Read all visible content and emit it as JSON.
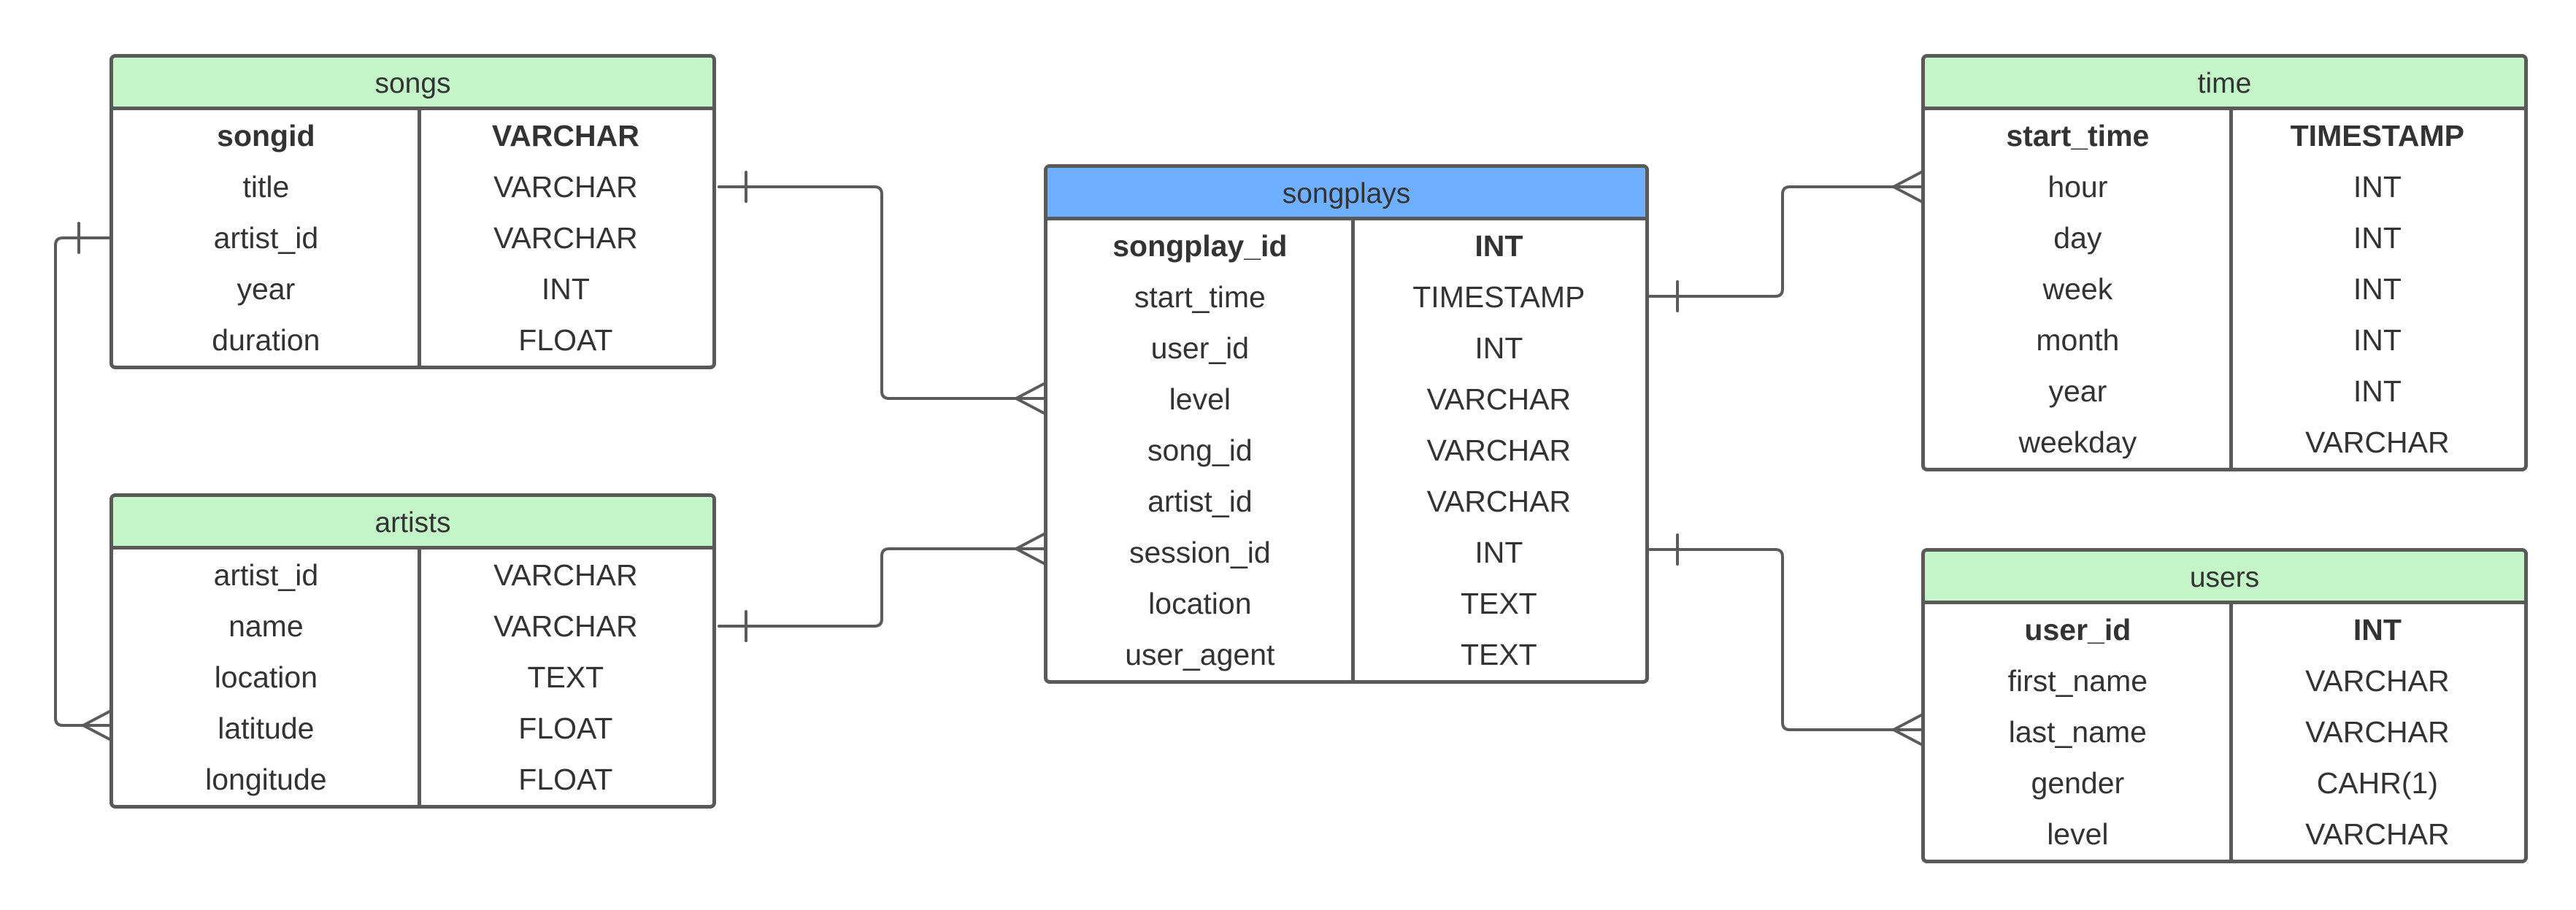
{
  "colors": {
    "table_header": "#c3f5c8",
    "fact_header": "#6fb0fe",
    "border": "#595959",
    "line": "#5b5b5b"
  },
  "tables": {
    "songs": {
      "name": "songs",
      "rows": [
        {
          "col": "songid",
          "type": "VARCHAR",
          "pk": true
        },
        {
          "col": "title",
          "type": "VARCHAR"
        },
        {
          "col": "artist_id",
          "type": "VARCHAR"
        },
        {
          "col": "year",
          "type": "INT"
        },
        {
          "col": "duration",
          "type": "FLOAT"
        }
      ]
    },
    "artists": {
      "name": "artists",
      "rows": [
        {
          "col": "artist_id",
          "type": "VARCHAR"
        },
        {
          "col": "name",
          "type": "VARCHAR"
        },
        {
          "col": "location",
          "type": "TEXT"
        },
        {
          "col": "latitude",
          "type": "FLOAT"
        },
        {
          "col": "longitude",
          "type": "FLOAT"
        }
      ]
    },
    "songplays": {
      "name": "songplays",
      "rows": [
        {
          "col": "songplay_id",
          "type": "INT",
          "pk": true
        },
        {
          "col": "start_time",
          "type": "TIMESTAMP"
        },
        {
          "col": "user_id",
          "type": "INT"
        },
        {
          "col": "level",
          "type": "VARCHAR"
        },
        {
          "col": "song_id",
          "type": "VARCHAR"
        },
        {
          "col": "artist_id",
          "type": "VARCHAR"
        },
        {
          "col": "session_id",
          "type": "INT"
        },
        {
          "col": "location",
          "type": "TEXT"
        },
        {
          "col": "user_agent",
          "type": "TEXT"
        }
      ]
    },
    "time": {
      "name": "time",
      "rows": [
        {
          "col": "start_time",
          "type": "TIMESTAMP",
          "pk": true
        },
        {
          "col": "hour",
          "type": "INT"
        },
        {
          "col": "day",
          "type": "INT"
        },
        {
          "col": "week",
          "type": "INT"
        },
        {
          "col": "month",
          "type": "INT"
        },
        {
          "col": "year",
          "type": "INT"
        },
        {
          "col": "weekday",
          "type": "VARCHAR"
        }
      ]
    },
    "users": {
      "name": "users",
      "rows": [
        {
          "col": "user_id",
          "type": "INT",
          "pk": true
        },
        {
          "col": "first_name",
          "type": "VARCHAR"
        },
        {
          "col": "last_name",
          "type": "VARCHAR"
        },
        {
          "col": "gender",
          "type": "CAHR(1)"
        },
        {
          "col": "level",
          "type": "VARCHAR"
        }
      ]
    }
  },
  "relationships": [
    {
      "from": "songs",
      "to": "songplays",
      "from_card": "one",
      "to_card": "many"
    },
    {
      "from": "artists",
      "to": "songplays",
      "from_card": "one",
      "to_card": "many"
    },
    {
      "from": "songplays",
      "to": "time",
      "from_card": "one",
      "to_card": "many"
    },
    {
      "from": "songplays",
      "to": "users",
      "from_card": "one",
      "to_card": "many"
    },
    {
      "from": "songs",
      "to": "artists",
      "from_card": "one",
      "to_card": "many"
    }
  ]
}
